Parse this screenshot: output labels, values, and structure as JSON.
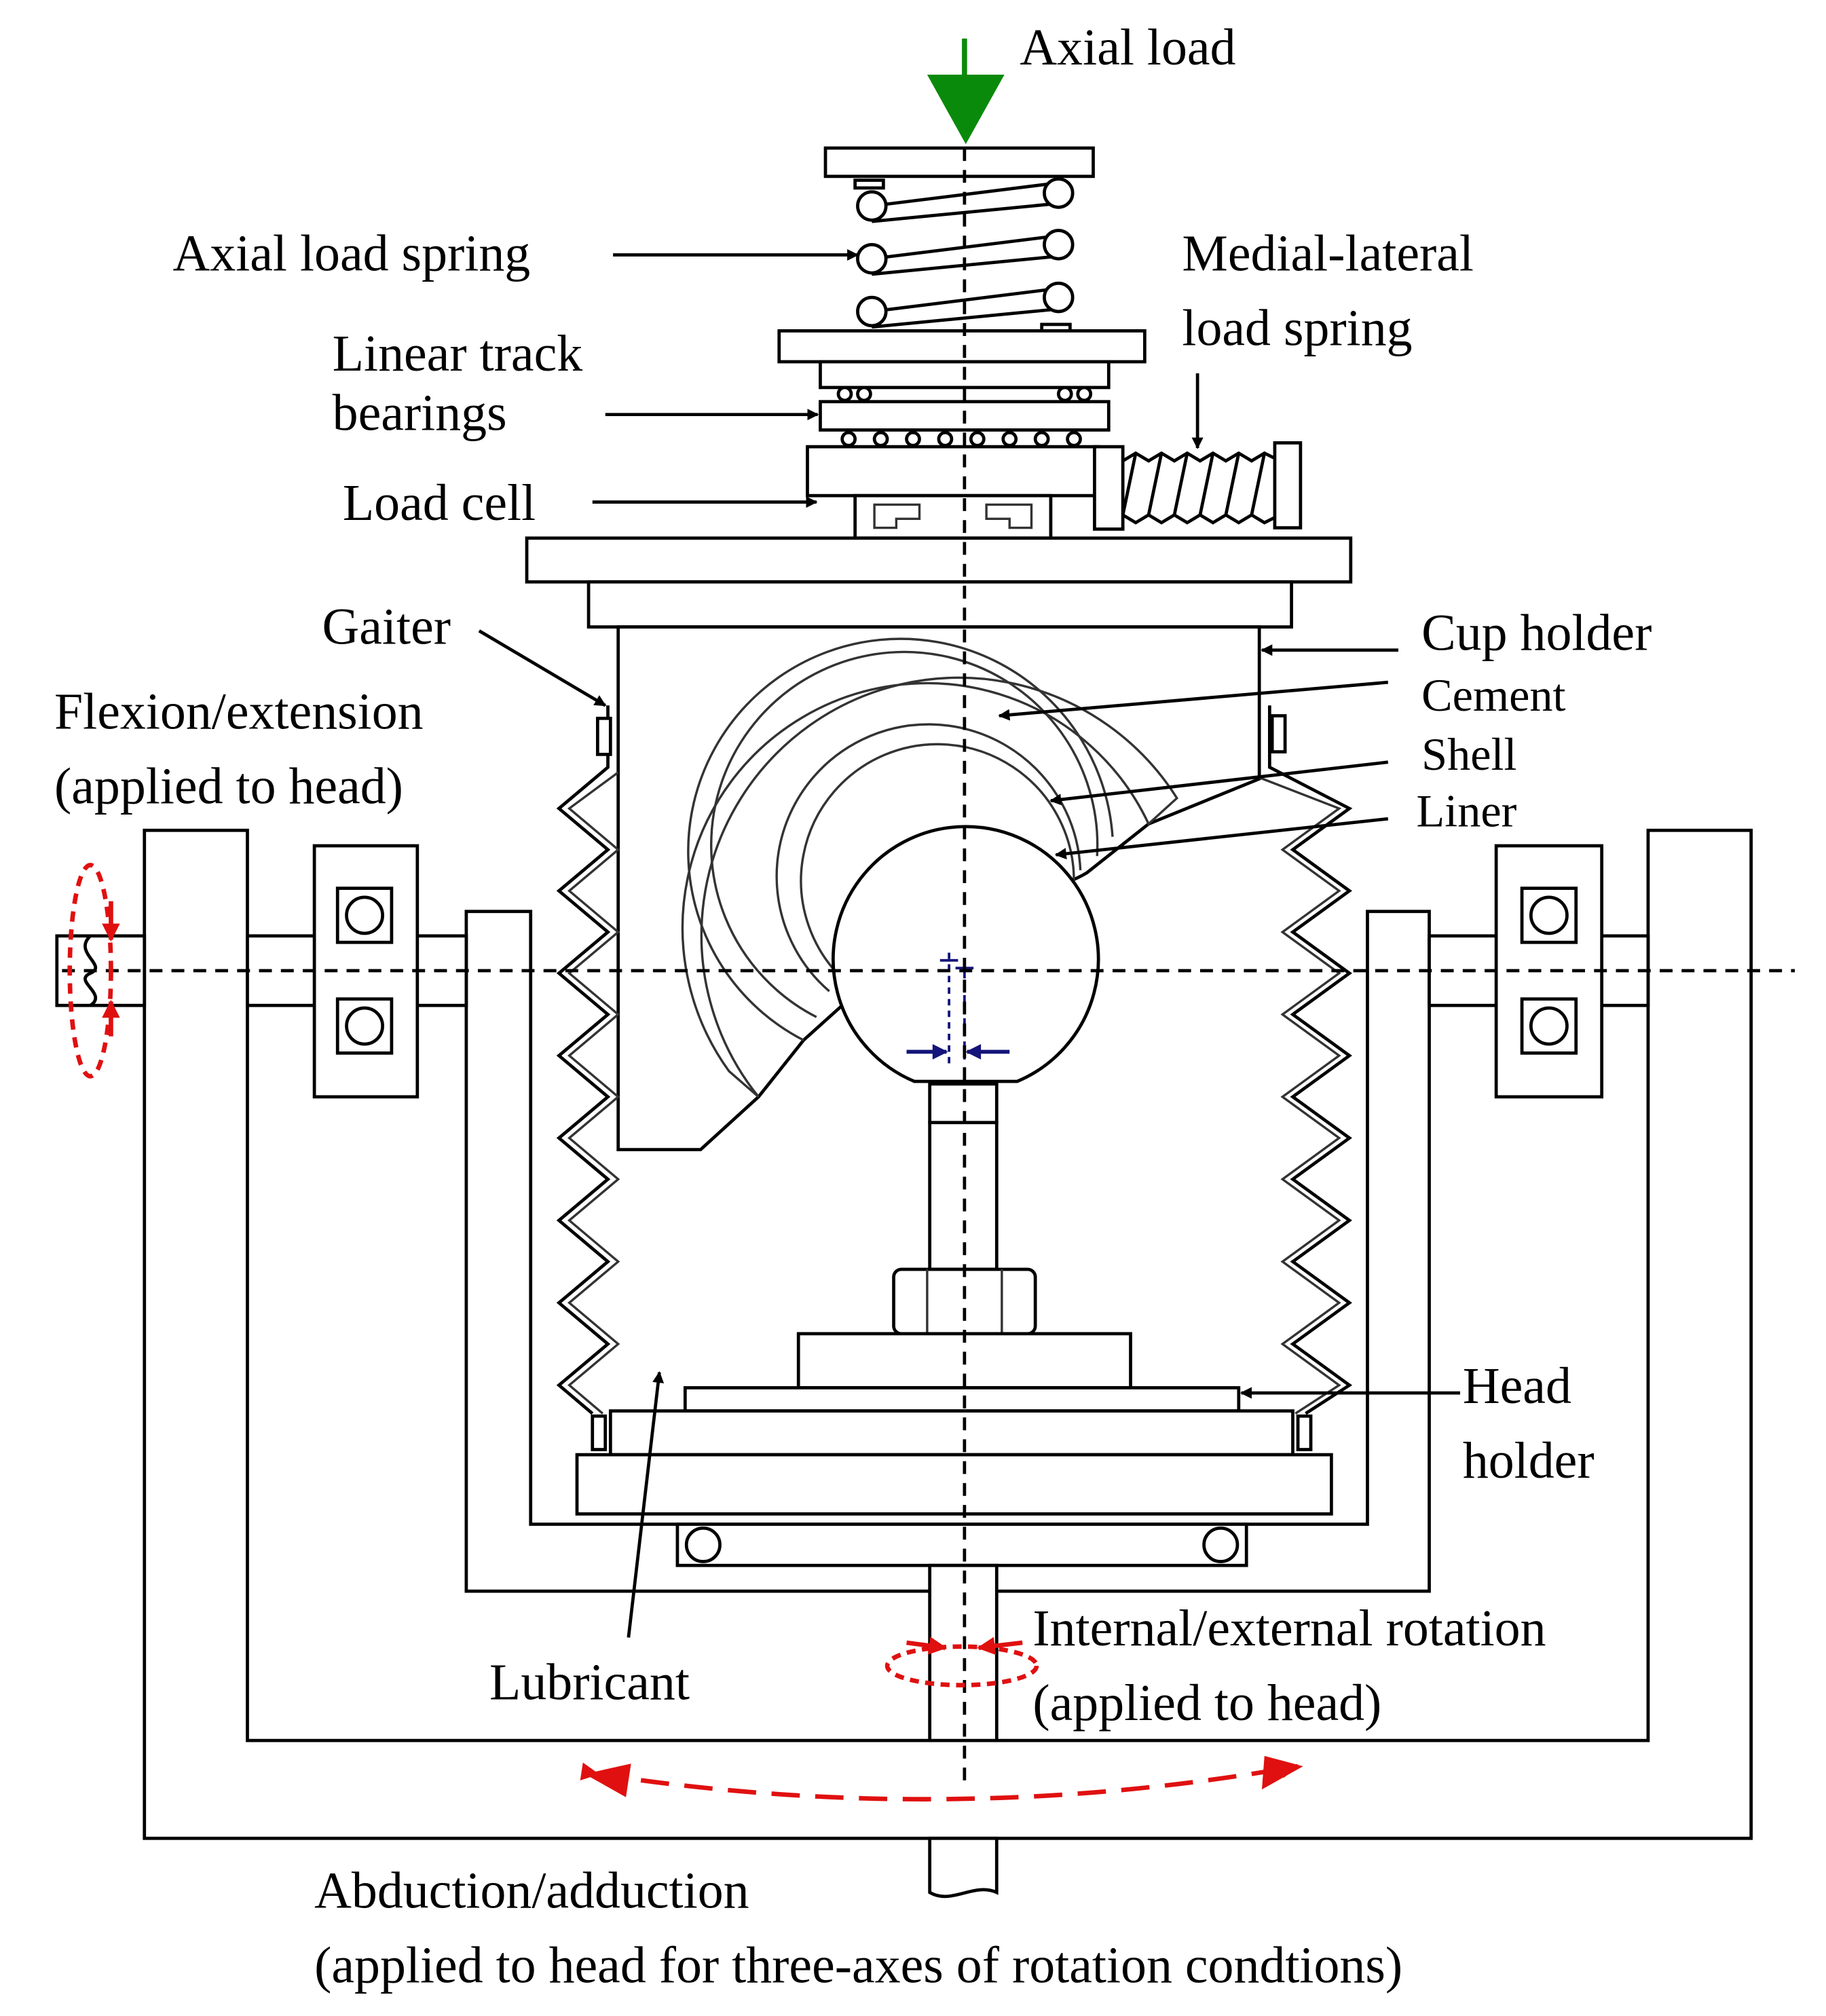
{
  "labels": {
    "axial_load": "Axial load",
    "axial_load_spring": "Axial load spring",
    "medial_lateral_1": "Medial-lateral",
    "medial_lateral_2": "load spring",
    "linear_track_1": "Linear track",
    "linear_track_2": "bearings",
    "load_cell": "Load cell",
    "gaiter": "Gaiter",
    "cup_holder": "Cup holder",
    "cement": "Cement",
    "shell": "Shell",
    "liner": "Liner",
    "flexion_1": "Flexion/extension",
    "flexion_2": "(applied to head)",
    "head_holder_1": "Head",
    "head_holder_2": "holder",
    "lubricant": "Lubricant",
    "rotation_1": "Internal/external rotation",
    "rotation_2": "(applied to head)",
    "abduction_1": "Abduction/adduction",
    "abduction_2": "(applied to head for three-axes of rotation condtions)"
  },
  "colors": {
    "axial_load_arrow": "#0a8a0a",
    "motion_arrows": "#e01010",
    "offset_marker": "#14147a",
    "lines": "#000000"
  }
}
